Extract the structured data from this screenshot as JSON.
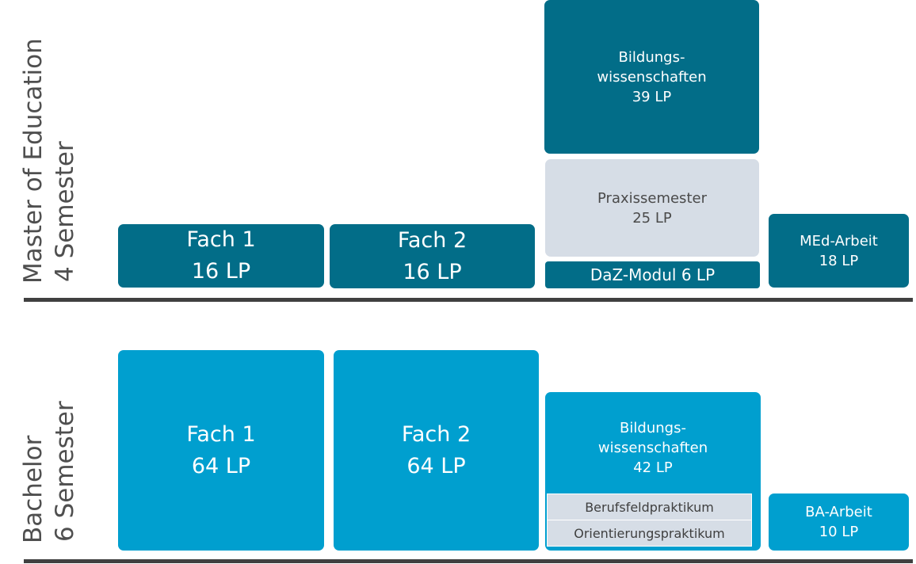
{
  "master": {
    "label_line1": "Master of Education",
    "label_line2": "4 Semester",
    "fach1": {
      "name": "Fach 1",
      "lp": "16 LP"
    },
    "fach2": {
      "name": "Fach 2",
      "lp": "16 LP"
    },
    "bildung": {
      "line1": "Bildungs-",
      "line2": "wissenschaften",
      "lp": "39 LP"
    },
    "praxis": {
      "name": "Praxissemester",
      "lp": "25 LP"
    },
    "daz": {
      "label": "DaZ-Modul 6 LP"
    },
    "arbeit": {
      "name": "MEd-Arbeit",
      "lp": "18 LP"
    }
  },
  "bachelor": {
    "label_line1": "Bachelor",
    "label_line2": "6 Semester",
    "fach1": {
      "name": "Fach 1",
      "lp": "64 LP"
    },
    "fach2": {
      "name": "Fach 2",
      "lp": "64 LP"
    },
    "bildung": {
      "line1": "Bildungs-",
      "line2": "wissenschaften",
      "lp": "42 LP"
    },
    "praktika": [
      "Berufsfeldpraktikum",
      "Orientierungspraktikum"
    ],
    "arbeit": {
      "name": "BA-Arbeit",
      "lp": "10 LP"
    }
  },
  "colors": {
    "master": "#026d88",
    "bachelor": "#009fcf",
    "praxis": "#d6dde6"
  }
}
